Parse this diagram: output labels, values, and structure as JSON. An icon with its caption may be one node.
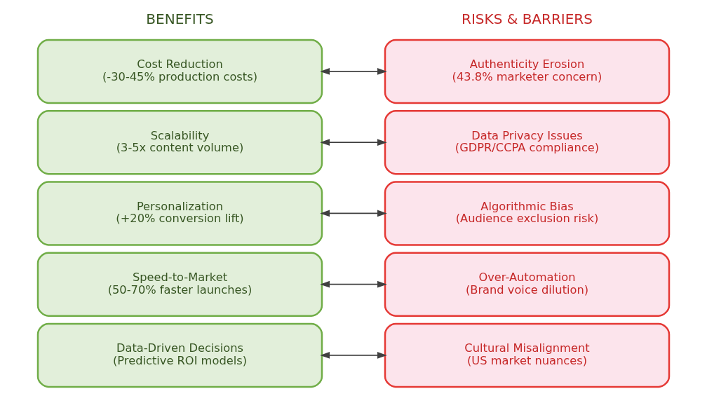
{
  "diagram": {
    "nodes": [
      {
        "text": [
          "Cost Reduction",
          "(-30-45% production costs)"
        ]
      },
      {
        "text": [
          "Authenticity Erosion",
          "(43.8% marketer concern)"
        ]
      },
      {
        "text": [
          "Scalability",
          "(3-5x content volume)"
        ]
      },
      {
        "text": [
          "Data Privacy Issues",
          "(GDPR/CCPA compliance)"
        ]
      },
      {
        "text": [
          "Personalization",
          "(+20% conversion lift)"
        ]
      },
      {
        "text": [
          "Algorithmic Bias",
          "(Audience exclusion risk)"
        ]
      },
      {
        "text": [
          "Speed-to-Market",
          "(50-70% faster launches)"
        ]
      },
      {
        "text": [
          "Over-Automation",
          "(Brand voice dilution)"
        ]
      },
      {
        "text": [
          "Data-Driven Decisions",
          "(Predictive ROI models)"
        ]
      },
      {
        "text": [
          "Cultural Misalignment",
          "(US market nuances)"
        ]
      }
    ],
    "edges": [
      {
        "from": 0,
        "to": 1,
        "arrow": "both"
      },
      {
        "from": 2,
        "to": 3,
        "arrow": "both"
      },
      {
        "from": 4,
        "to": 5,
        "arrow": "both"
      },
      {
        "from": 6,
        "to": 7,
        "arrow": "both"
      },
      {
        "from": 8,
        "to": 9,
        "arrow": "both"
      }
    ],
    "labels": [
      "BENEFITS",
      "RISKS & BARRIERS"
    ]
  }
}
